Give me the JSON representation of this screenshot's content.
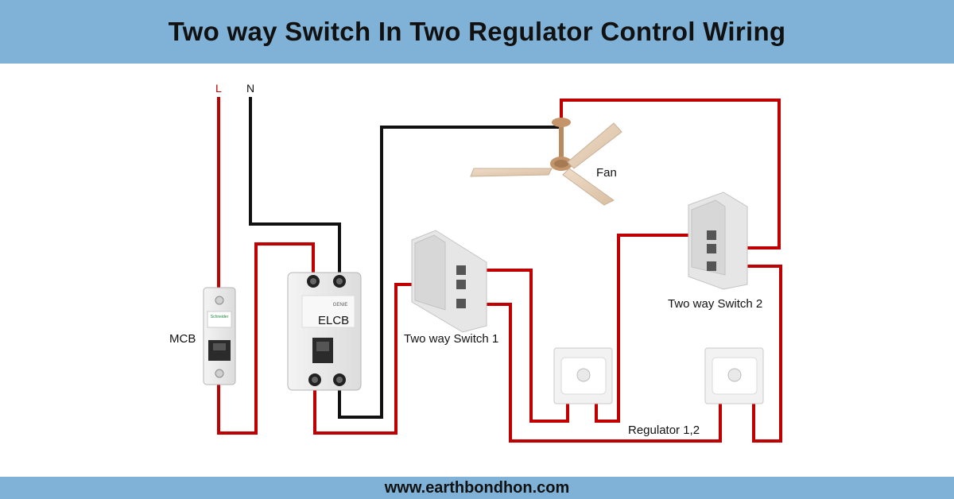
{
  "header": {
    "title": "Two way Switch In Two Regulator Control Wiring"
  },
  "footer": {
    "website": "www.earthbondhon.com"
  },
  "diagram": {
    "supply": {
      "line": "L",
      "neutral": "N"
    },
    "components": {
      "mcb": {
        "label": "MCB",
        "brand": "Schneider"
      },
      "elcb": {
        "label": "ELCB",
        "brand": "GENIE"
      },
      "fan": {
        "label": "Fan"
      },
      "switch1": {
        "label": "Two way Switch 1"
      },
      "switch2": {
        "label": "Two way Switch 2"
      },
      "regulators": {
        "label": "Regulator 1,2"
      }
    },
    "colors": {
      "live_wire": "#c00000",
      "neutral_wire": "#111111",
      "header_bg": "#7fb2d6"
    }
  }
}
